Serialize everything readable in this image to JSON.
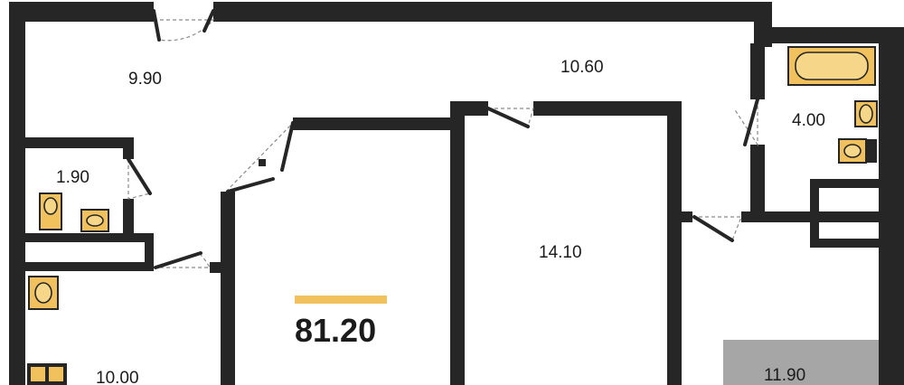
{
  "plan": {
    "total_area": "81.20",
    "accent_color": "#f0c15c",
    "wall_color": "#262626",
    "balcony_color": "#a6a6a6",
    "rooms": [
      {
        "id": "corridor-top-left",
        "area": "9.90"
      },
      {
        "id": "corridor-top-right",
        "area": "10.60"
      },
      {
        "id": "bathroom",
        "area": "4.00"
      },
      {
        "id": "toilet",
        "area": "1.90"
      },
      {
        "id": "bedroom",
        "area": "14.10"
      },
      {
        "id": "kitchen",
        "area": "10.00"
      },
      {
        "id": "balcony",
        "area": "11.90"
      }
    ],
    "icons": [
      "bathtub-icon",
      "sink-icon",
      "toilet-icon",
      "stove-icon"
    ]
  }
}
